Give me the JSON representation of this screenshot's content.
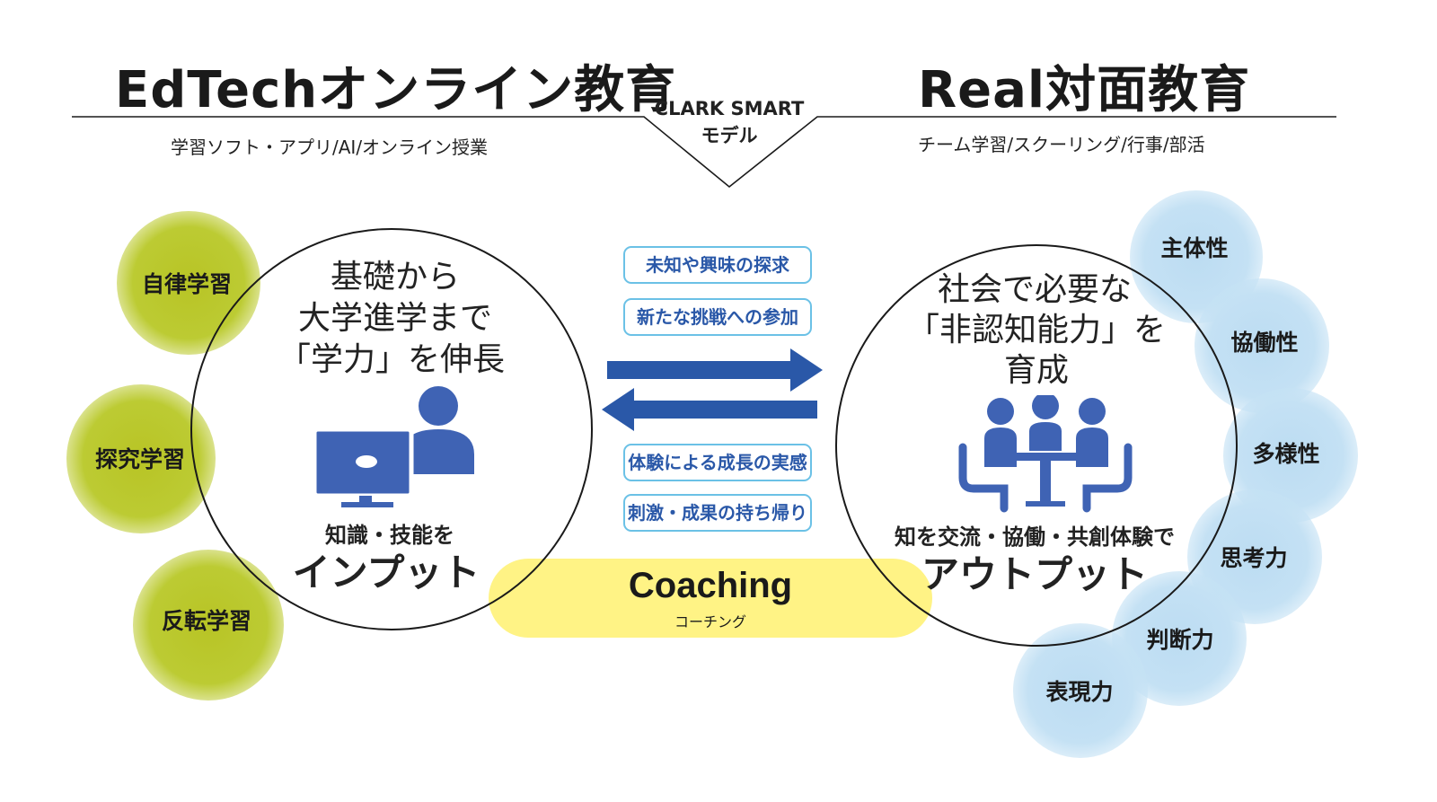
{
  "header": {
    "left_title": "EdTechオンライン教育",
    "left_subtitle": "学習ソフト・アプリ/AI/オンライン授業",
    "right_title": "Real対面教育",
    "right_subtitle": "チーム学習/スクーリング/行事/部活",
    "center_label_line1": "CLARK SMART",
    "center_label_line2": "モデル"
  },
  "left_bubbles": [
    "自律学習",
    "探究学習",
    "反転学習"
  ],
  "right_bubbles": [
    "主体性",
    "協働性",
    "多様性",
    "思考力",
    "判断力",
    "表現力"
  ],
  "left_circle": {
    "lines": [
      "基礎から",
      "大学進学まで",
      "「学力」を伸長"
    ],
    "caption_small": "知識・技能を",
    "caption_big": "インプット",
    "icon": "person-at-computer-icon"
  },
  "right_circle": {
    "lines": [
      "社会で必要な",
      "「非認知能力」を",
      "育成"
    ],
    "caption_small": "知を交流・協働・共創体験で",
    "caption_big": "アウトプット",
    "icon": "team-meeting-icon"
  },
  "arrows": {
    "top_pills": [
      "未知や興味の探求",
      "新たな挑戦への参加"
    ],
    "bottom_pills": [
      "体験による成長の実感",
      "刺激・成果の持ち帰り"
    ]
  },
  "coaching": {
    "label": "Coaching",
    "sub": "コーチング"
  },
  "colors": {
    "green_bubble": "#bccb33",
    "blue_bubble": "#c4e1f4",
    "arrow_blue": "#2a58a8",
    "icon_blue": "#3f63b4",
    "pill_border": "#6bc1e6",
    "coaching_yellow": "#fff385"
  }
}
